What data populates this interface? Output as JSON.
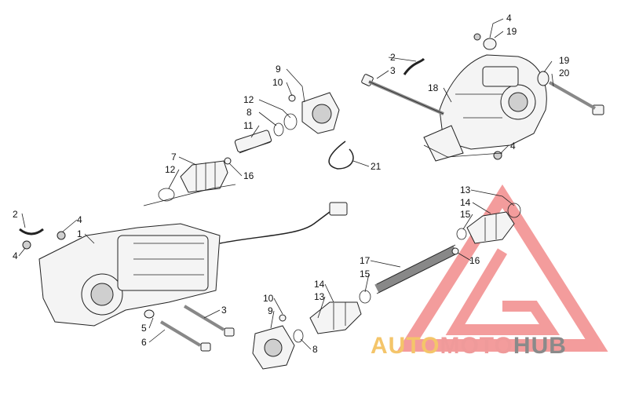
{
  "watermark": {
    "part1": "AUTO",
    "part2": "MOTO",
    "part3": "HUB",
    "colors": {
      "auto": "#f4c56a",
      "moto": "#ef9a9a",
      "hub": "#8a8a8a",
      "triangle": "#f28b8b"
    }
  },
  "callouts": [
    "4",
    "19",
    "2",
    "3",
    "19",
    "20",
    "18",
    "4",
    "9",
    "10",
    "12",
    "8",
    "11",
    "7",
    "12",
    "16",
    "21",
    "2",
    "4",
    "1",
    "4",
    "13",
    "14",
    "15",
    "16",
    "17",
    "15",
    "14",
    "13",
    "10",
    "9",
    "8",
    "3",
    "5",
    "6"
  ]
}
